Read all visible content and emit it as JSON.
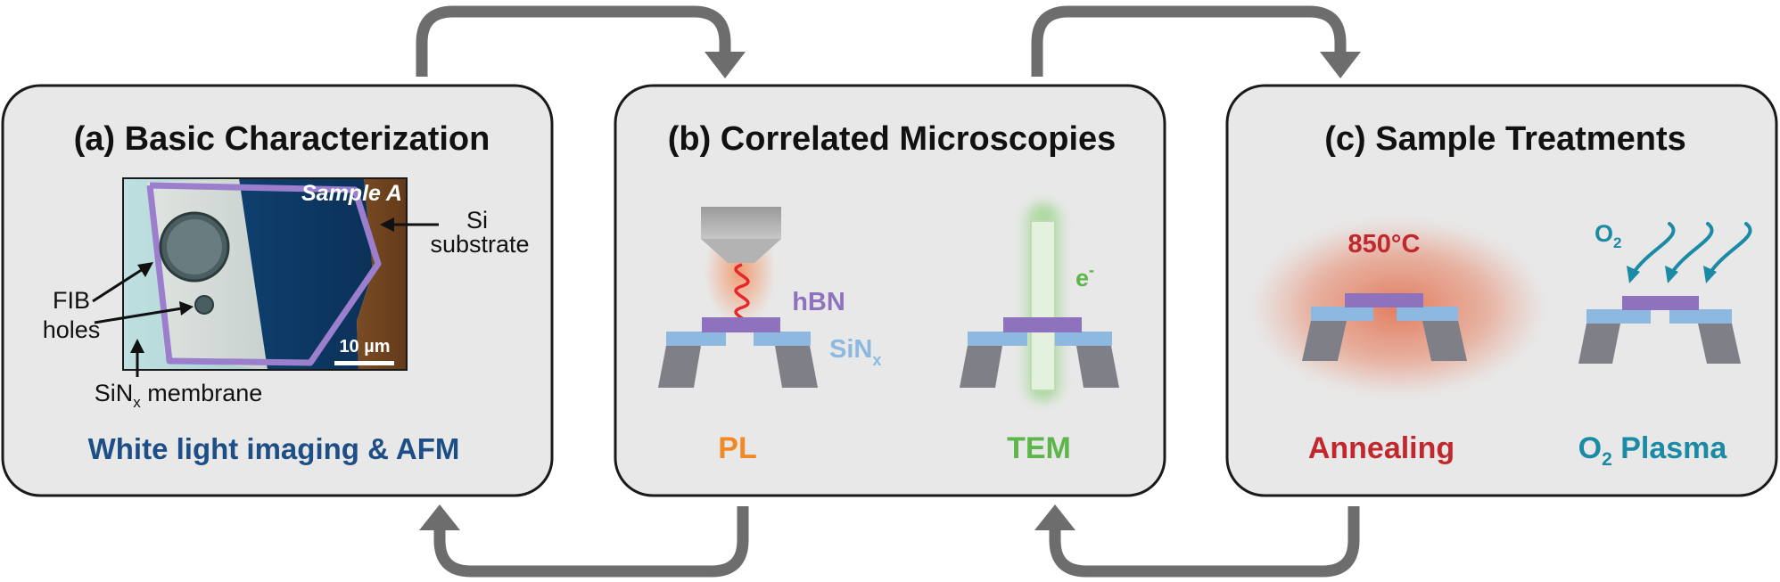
{
  "colors": {
    "panel_fill": "#e8e8e8",
    "panel_stroke": "#1a1a1a",
    "arrow": "#6d6d6d",
    "blue_title": "#1e4e86",
    "orange": "#f08a24",
    "green": "#5cb64a",
    "red": "#c0282e",
    "teal": "#1a8aa5",
    "hbn": "#8e72be",
    "sinx": "#8db9e0",
    "support": "#7f7f87",
    "heat": "#e27656"
  },
  "panel_a": {
    "title": "(a) Basic Characterization",
    "sample_label": "Sample A",
    "si_label_1": "Si",
    "si_label_2": "substrate",
    "fib_label_1": "FIB",
    "fib_label_2": "holes",
    "membrane_sin": "SiN",
    "membrane_sub": "x",
    "membrane_rest": " membrane",
    "scale_label": "10 µm",
    "footer": "White light imaging & AFM"
  },
  "panel_b": {
    "title": "(b) Correlated Microscopies",
    "hbn_label": "hBN",
    "sinx_main": "SiN",
    "sinx_sub": "x",
    "electron_main": "e",
    "electron_sup": "-",
    "pl_label": "PL",
    "tem_label": "TEM"
  },
  "panel_c": {
    "title": "(c) Sample Treatments",
    "temp_label": "850°C",
    "o2_main": "O",
    "o2_sub": "2",
    "anneal_label": "Annealing",
    "plasma_main": "O",
    "plasma_sub": "2",
    "plasma_rest": " Plasma"
  }
}
